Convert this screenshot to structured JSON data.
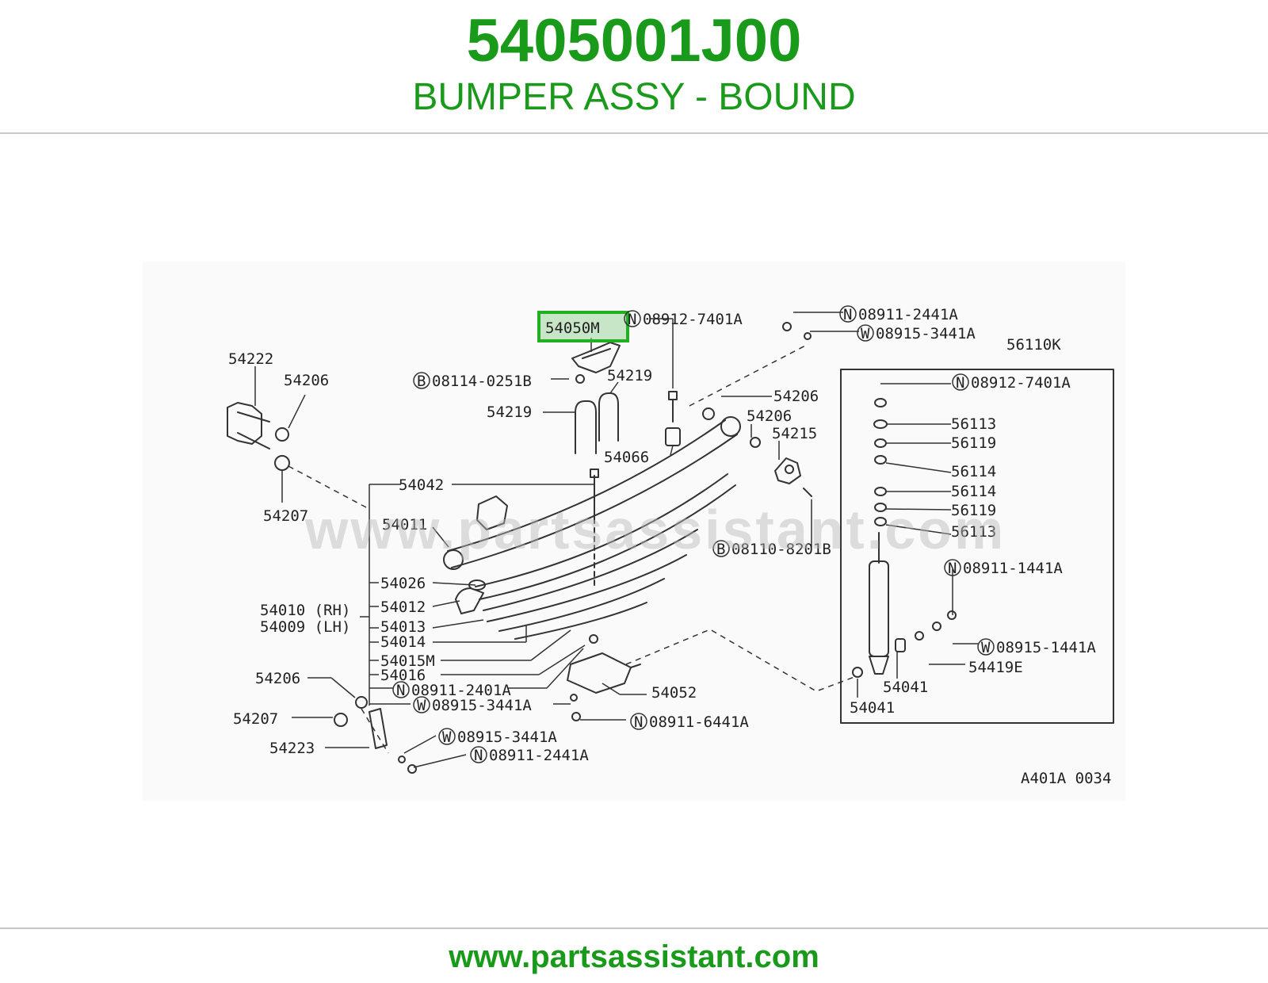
{
  "header": {
    "part_number": "5405001J00",
    "part_name": "BUMPER ASSY - BOUND"
  },
  "diagram": {
    "highlight_color": "#22b022",
    "watermark": "www.partsassistant.com",
    "drawing_code": "A401A 0034",
    "callouts": {
      "c54050M": "54050M",
      "n0891274": "08912-7401A",
      "n0891124a": "08911-2441A",
      "w0891534a": "08915-3441A",
      "c56110K": "56110K",
      "c54222": "54222",
      "c54206a": "54206",
      "b0811402": "08114-0251B",
      "c54219a": "54219",
      "c54219b": "54219",
      "c54206b": "54206",
      "c54206c": "54206",
      "c54215": "54215",
      "c54066": "54066",
      "n0891274b": "08912-7401A",
      "c56113a": "56113",
      "c56119a": "56119",
      "c56114a": "56114",
      "c56114b": "56114",
      "c56119b": "56119",
      "c56113b": "56113",
      "c54207a": "54207",
      "c54042": "54042",
      "c54011": "54011",
      "b0811082": "08110-8201B",
      "n0891114": "08911-1441A",
      "c54026": "54026",
      "c54010": "54010 (RH)",
      "c54009": "54009 (LH)",
      "c54012": "54012",
      "c54013": "54013",
      "c54014": "54014",
      "w0891514": "08915-1441A",
      "c54419E": "54419E",
      "c54015M": "54015M",
      "c54016": "54016",
      "c54041a": "54041",
      "c54041b": "54041",
      "n0891124b": "08911-2401A",
      "c54052": "54052",
      "c54206d": "54206",
      "w0891534b": "08915-3441A",
      "c54207b": "54207",
      "n0891164": "08911-6441A",
      "c54223": "54223",
      "w0891534c": "08915-3441A",
      "n0891124c": "08911-2441A"
    }
  },
  "footer": {
    "url": "www.partsassistant.com"
  }
}
